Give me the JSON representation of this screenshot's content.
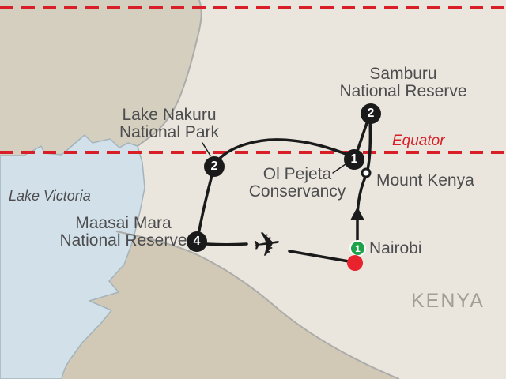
{
  "map": {
    "country_label": "KENYA",
    "equator_label": "Equator",
    "lake_label": "Lake Victoria",
    "plane_glyph": "✈",
    "stops": {
      "samburu": {
        "line1": "Samburu",
        "line2": "National Reserve",
        "nights": "2"
      },
      "nakuru": {
        "line1": "Lake Nakuru",
        "line2": "National Park",
        "nights": "2"
      },
      "ol_pejeta": {
        "line1": "Ol Pejeta",
        "line2": "Conservancy",
        "nights": "1"
      },
      "mount_kenya": {
        "name": "Mount Kenya"
      },
      "maasai_mara": {
        "line1": "Maasai Mara",
        "line2": "National Reserve",
        "nights": "4"
      },
      "nairobi": {
        "name": "Nairobi",
        "nights": "1"
      }
    },
    "colors": {
      "kenya_fill": "#EAE6DE",
      "uganda_fill": "#D5CFC0",
      "tanzania_fill": "#D1C9B6",
      "lake_fill": "#D2E1E9",
      "border_line": "#ACACA9",
      "equator_red": "#D81E26",
      "route_black": "#1A1A1A",
      "label_gray": "#4D4D4F",
      "country_gray": "#A19E97",
      "nairobi_green": "#1FA24C",
      "nairobi_red": "#E8232E"
    }
  }
}
